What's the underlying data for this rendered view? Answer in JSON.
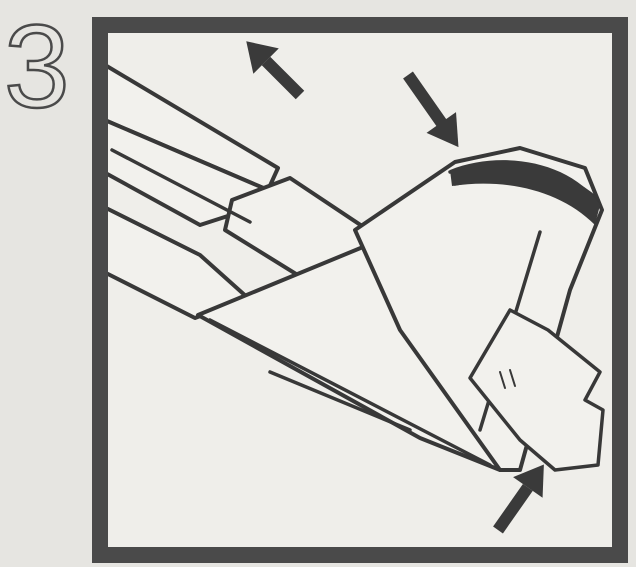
{
  "step": {
    "number": "3"
  },
  "figure": {
    "subject": "model-aircraft-tail-assembly",
    "colors": {
      "background": "#e6e5e1",
      "frame": "#4a4a4a",
      "ink": "#3a3a3a",
      "paper": "#f1f0ec"
    },
    "arrow_count": 3
  }
}
